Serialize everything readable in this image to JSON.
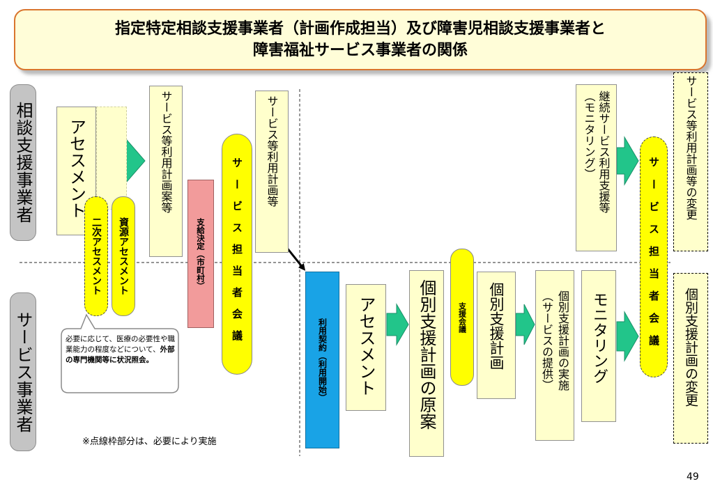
{
  "title": {
    "line1": "指定特定相談支援事業者（計画作成担当）及び障害児相談支援事業者と",
    "line2": "障害福祉サービス事業者の関係"
  },
  "lanes": {
    "top": "相談支援事業者",
    "bottom": "サービス事業者"
  },
  "boxes": {
    "assessment_top": "アセスメント",
    "secondary_assessment": "二次アセスメント",
    "resource_assessment": "資源アセスメント",
    "service_plan_draft": "サービス等利用計画案等",
    "supply_decision": "支給決定（市町村）",
    "staff_meeting_1": "サービス担当者会議",
    "service_plan": "サービス等利用計画等",
    "contract": "利用契約（利用開始）",
    "assessment_bottom": "アセスメント",
    "individual_plan_draft": "個別支援計画の原案",
    "support_meeting": "支援会議",
    "individual_plan": "個別支援計画",
    "plan_execution": "個別支援計画の実施",
    "plan_execution_sub": "（サービスの提供）",
    "monitoring": "モニタリング",
    "continuing_support": "継続サービス利用支援等",
    "continuing_support_sub": "（モニタリング）",
    "staff_meeting_2": "サービス担当者会議",
    "service_plan_change": "サービス等利用計画等の変更",
    "individual_plan_change": "個別支援計画の変更"
  },
  "callout": {
    "part1": "必要に応じて、医療の必要性や職業能力の程度などについて、",
    "part2_bold": "外部の専門機関等に状況照会。"
  },
  "note": "※点線枠部分は、必要により実施",
  "page_number": "49",
  "colors": {
    "title_bg": "#fffdd8",
    "title_border": "#d9752e",
    "box_yellow": "#ffffcc",
    "capsule_yellow": "#ffff00",
    "arrow_green": "#22c58a",
    "supply_pink": "#f29b9b",
    "contract_blue": "#19a3e6",
    "lane_gray": "#c4c4c4"
  }
}
